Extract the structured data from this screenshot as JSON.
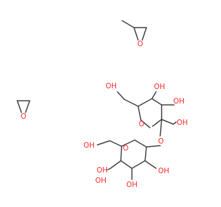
{
  "structure": {
    "colors": {
      "bond": "#3d3d3d",
      "oxygen": "#ff2a2a",
      "background": "#ffffff"
    },
    "molecules": [
      {
        "name": "methyloxirane",
        "labels": [
          "O"
        ]
      },
      {
        "name": "oxirane",
        "labels": [
          "O"
        ]
      },
      {
        "name": "sucrose",
        "labels": [
          "OH",
          "OH",
          "OH",
          "O",
          "OH",
          "O",
          "OH",
          "O",
          "OH",
          "OH",
          "OH",
          "OH"
        ]
      }
    ]
  }
}
